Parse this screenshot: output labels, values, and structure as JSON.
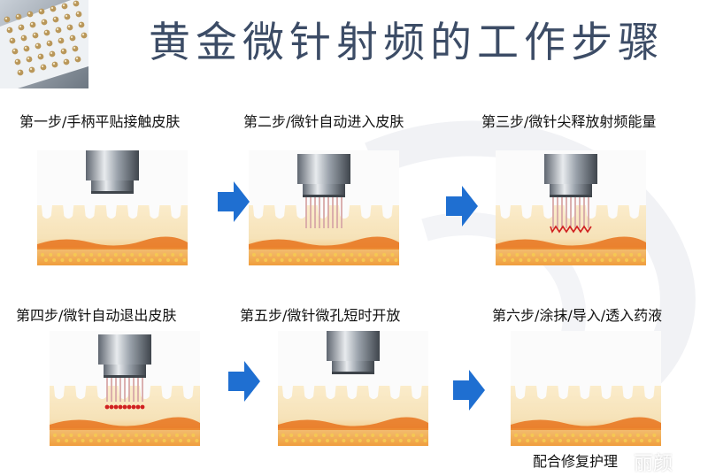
{
  "title": "黄金微针射频的工作步骤",
  "steps": [
    {
      "caption": "第一步/手柄平贴接触皮肤",
      "needles": "none"
    },
    {
      "caption": "第二步/微针自动进入皮肤",
      "needles": "inserted"
    },
    {
      "caption": "第三步/微针尖释放射频能量",
      "needles": "energy"
    },
    {
      "caption": "第四步/微针自动退出皮肤",
      "needles": "retracting"
    },
    {
      "caption": "第五步/微针微孔短时开放",
      "needles": "none"
    },
    {
      "caption": "第六步/涂抹/导入/透入药液",
      "needles": "none-handpiece"
    }
  ],
  "note": "配合修复护理",
  "watermark": "丽颜",
  "colors": {
    "title": "#3c4c66",
    "arrow": "#1f6fd1",
    "skin": "#f6e2b8",
    "deep_layer": "#f0a040",
    "needle": "#d8a8a8",
    "energy": "#d02020"
  }
}
